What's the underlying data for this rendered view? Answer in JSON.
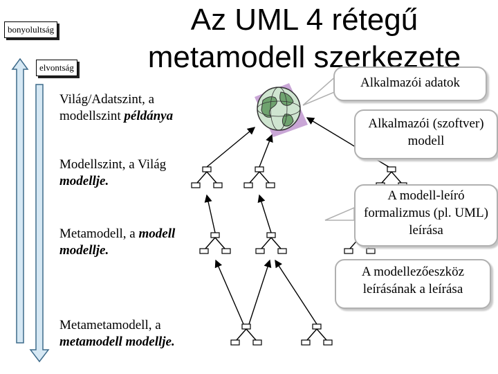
{
  "title": {
    "line1": "Az UML 4 rétegű",
    "line2": "metamodell szerkezete"
  },
  "tags": {
    "complexity": "bonyolultság",
    "abstraction": "elvontság"
  },
  "levels": {
    "world": {
      "text": "Világ/Adatszint, a modellszint ",
      "emph": "példánya"
    },
    "model": {
      "text": "Modellszint, a Világ ",
      "emph": "modellje."
    },
    "meta": {
      "text": "Metamodell, a ",
      "emph": "modell modellje."
    },
    "metameta": {
      "text": "Metametamodell, a ",
      "emph": "metamodell modellje."
    }
  },
  "callouts": {
    "app_data": "Alkalmazói adatok",
    "app_model": "Alkalmazói (szoftver) modell",
    "uml": "A modell-leíró formalizmus (pl. UML) leírása",
    "tool": "A modellezőeszköz leírásának a leírása"
  },
  "colors": {
    "arrow_fill": "#d6e8f4",
    "arrow_stroke": "#3d6a8a",
    "callout_border": "#b0b0b0",
    "globe_bg": "#c9a6d6"
  },
  "icons": {
    "globe": "globe-icon",
    "tree": "tree-node-icon"
  }
}
